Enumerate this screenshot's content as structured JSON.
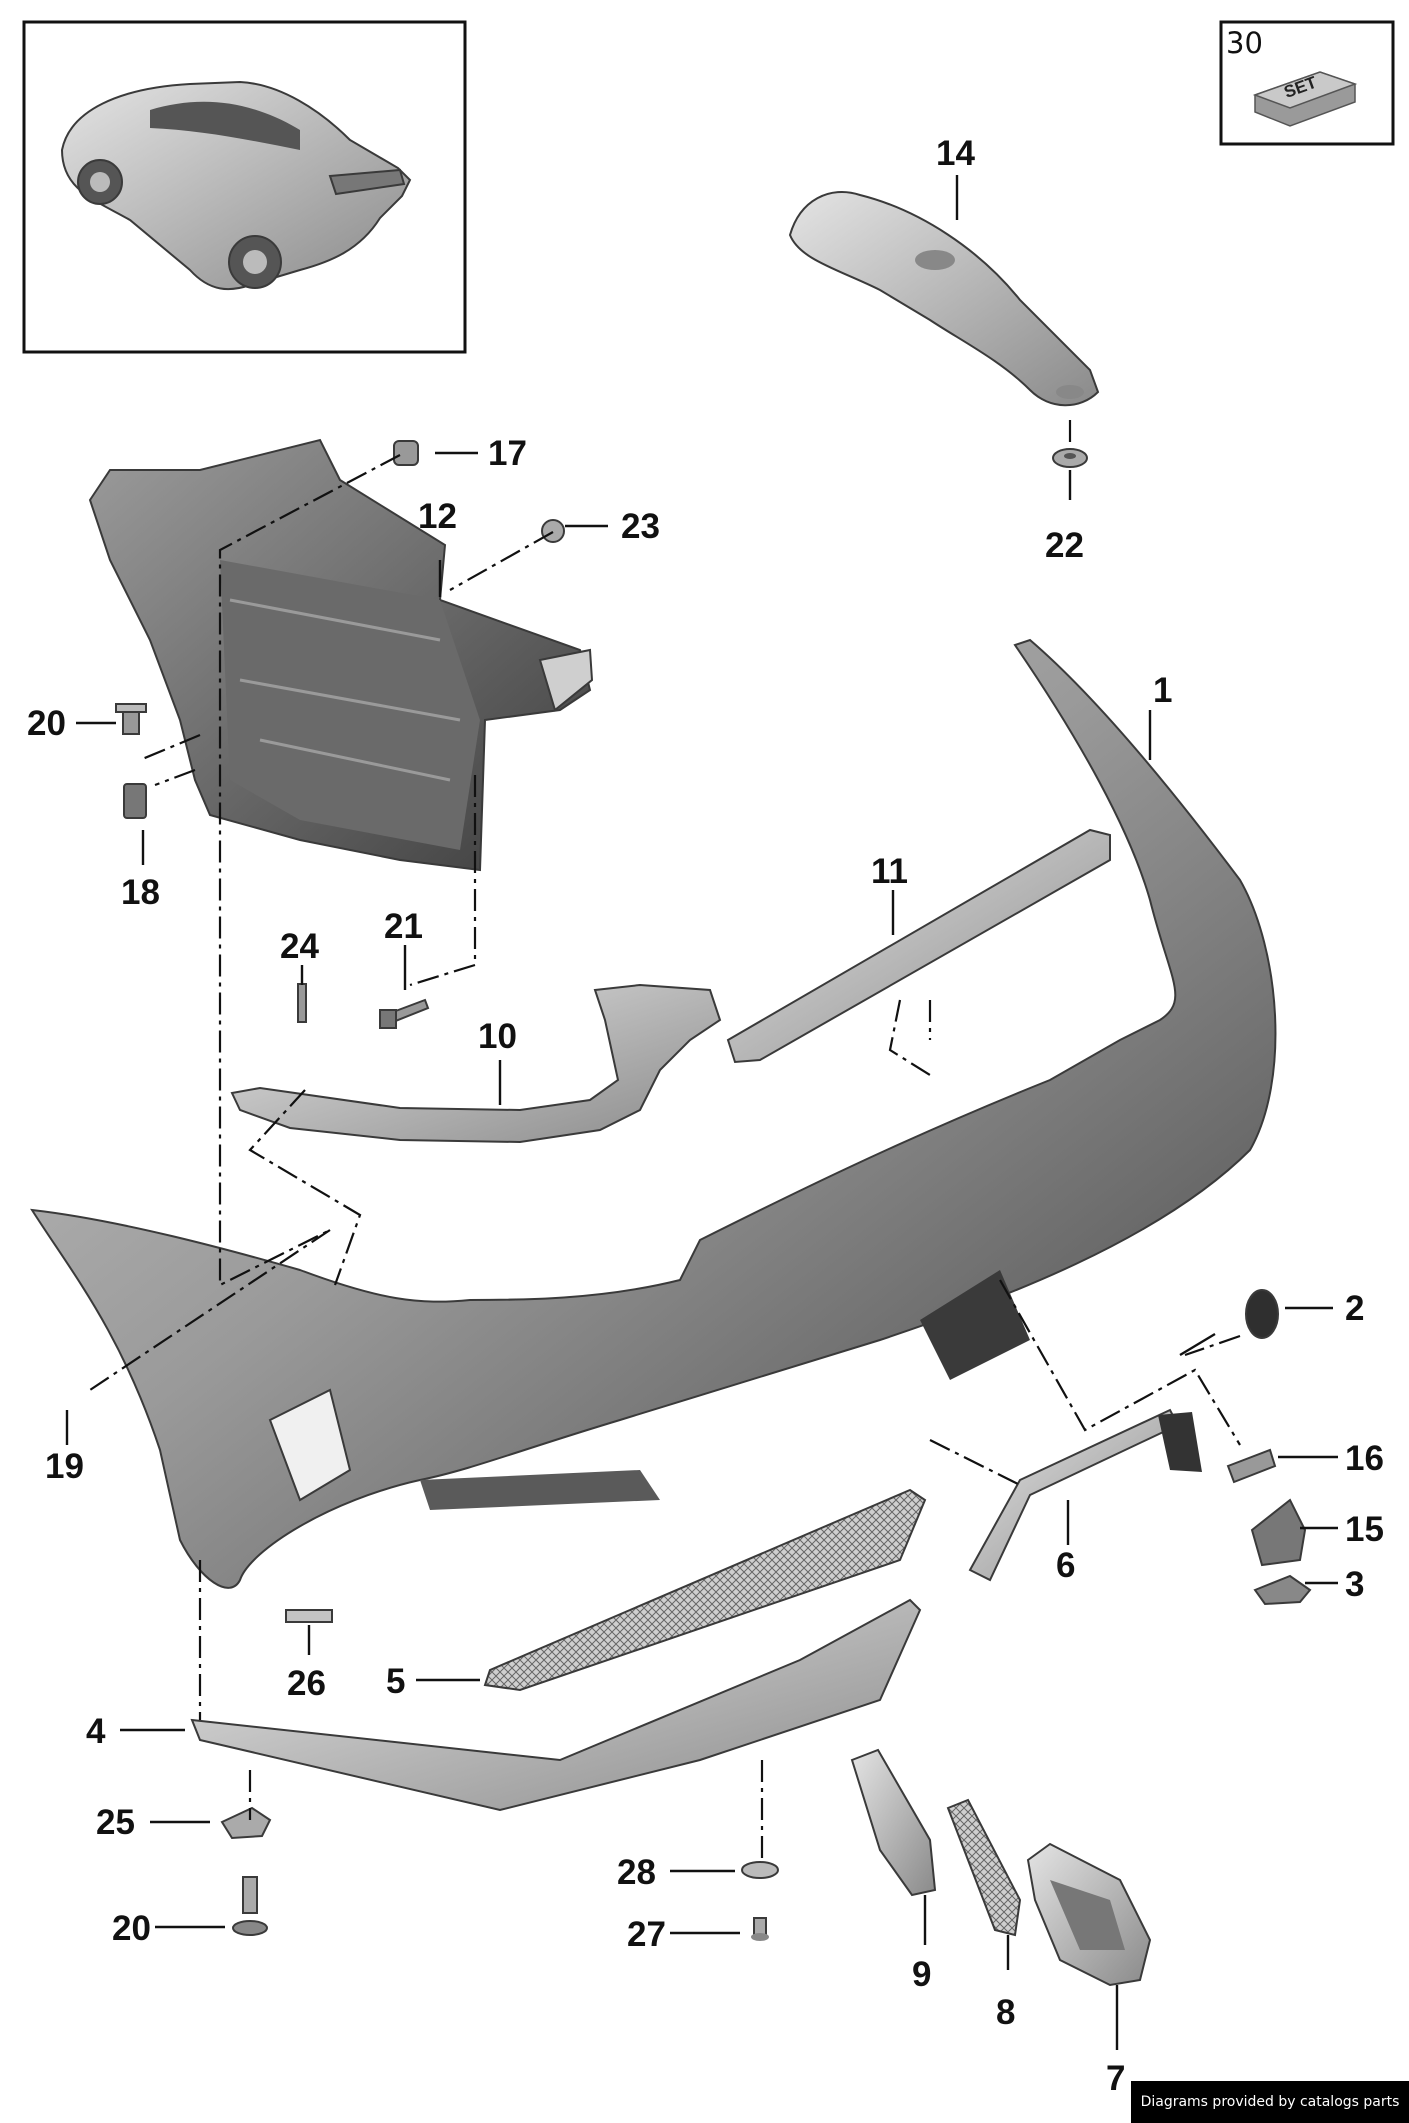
{
  "set_box": {
    "number": "30",
    "label": "SET"
  },
  "callouts": [
    "1",
    "2",
    "3",
    "4",
    "5",
    "6",
    "7",
    "8",
    "9",
    "10",
    "11",
    "12",
    "14",
    "15",
    "16",
    "17",
    "18",
    "19",
    "20",
    "20",
    "21",
    "22",
    "23",
    "24",
    "25",
    "26",
    "27",
    "28"
  ],
  "footer": "Diagrams provided by catalogs parts",
  "colors": {
    "part_light": "#d2d2d2",
    "part_mid": "#a8a8a8",
    "part_dark": "#5a5a5a",
    "outline": "#3a3a3a",
    "footer_bg": "#000000"
  }
}
